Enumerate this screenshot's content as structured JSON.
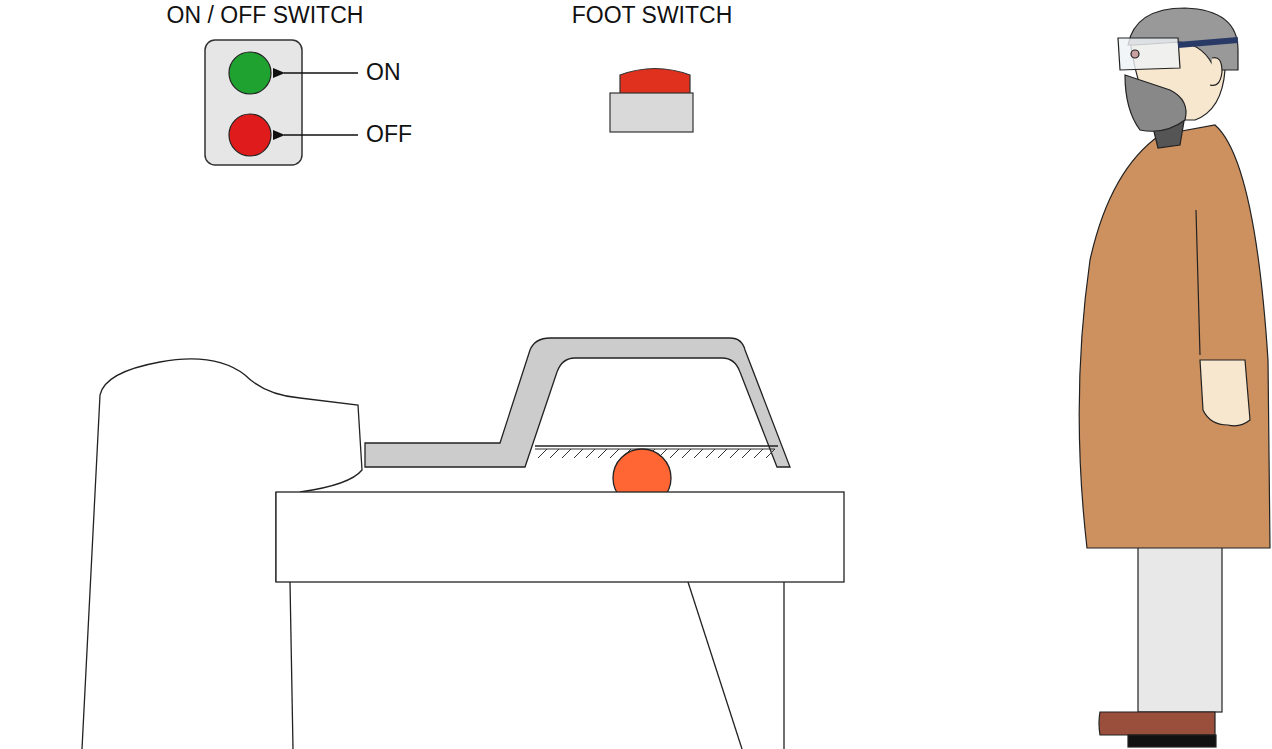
{
  "diagram": {
    "labels": [
      "ON / OFF SWITCH",
      "FOOT SWITCH",
      "ON",
      "OFF"
    ]
  }
}
